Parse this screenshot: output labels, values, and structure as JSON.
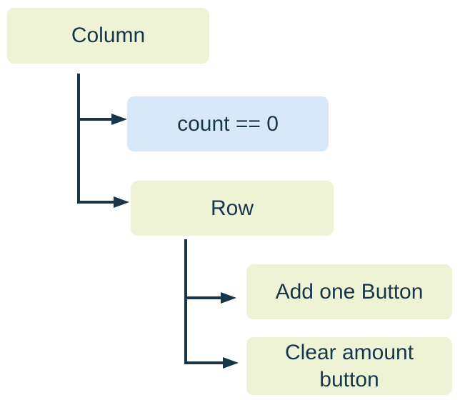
{
  "diagram": {
    "type": "tree",
    "nodes": [
      {
        "id": "column",
        "label": "Column",
        "kind": "widget"
      },
      {
        "id": "count-condition",
        "label": "count == 0",
        "kind": "condition"
      },
      {
        "id": "row",
        "label": "Row",
        "kind": "widget"
      },
      {
        "id": "add-one-button",
        "label": "Add one Button",
        "kind": "widget"
      },
      {
        "id": "clear-amount-button",
        "label": "Clear amount button",
        "kind": "widget"
      }
    ],
    "edges": [
      {
        "from": "column",
        "to": "count-condition"
      },
      {
        "from": "column",
        "to": "row"
      },
      {
        "from": "row",
        "to": "add-one-button"
      },
      {
        "from": "row",
        "to": "clear-amount-button"
      }
    ]
  },
  "colors": {
    "widget_box": "#EDF3D4",
    "condition_box": "#D7E9F8",
    "line": "#17364A",
    "text": "#17364A",
    "background": "#FFFFFF"
  }
}
